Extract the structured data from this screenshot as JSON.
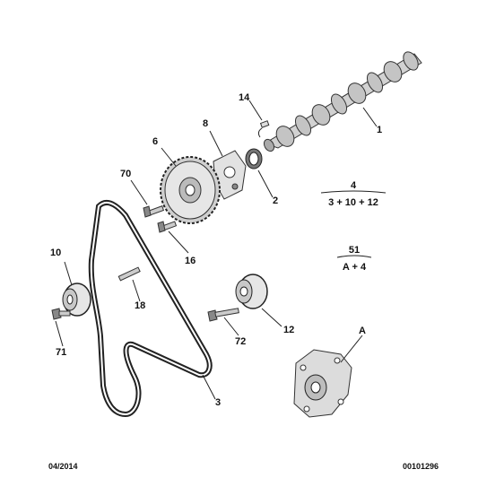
{
  "callouts": {
    "c1": "1",
    "c2": "2",
    "c3": "3",
    "c6": "6",
    "c8": "8",
    "c10": "10",
    "c12": "12",
    "c14": "14",
    "c16": "16",
    "c18": "18",
    "c70": "70",
    "c71": "71",
    "c72": "72",
    "cA": "A"
  },
  "kits": [
    {
      "number": "4",
      "contents": "3 + 10 + 12"
    },
    {
      "number": "51",
      "contents": "A + 4"
    }
  ],
  "footer": {
    "date": "04/2014",
    "reference": "00101296"
  },
  "colors": {
    "line": "#222222",
    "part_fill": "#e3e3e3",
    "part_dark": "#555555",
    "text": "#111111"
  }
}
